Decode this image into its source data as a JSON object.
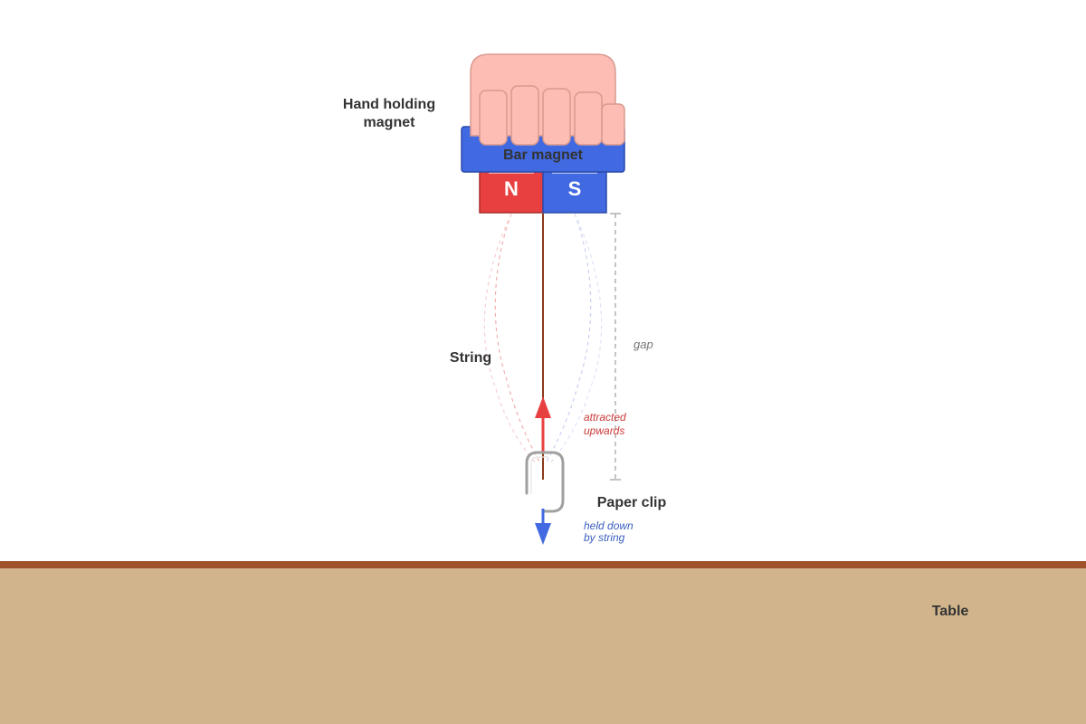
{
  "labels": {
    "hand_line1": "Hand holding",
    "hand_line2": "magnet",
    "bar_magnet": "Bar magnet",
    "north": "N",
    "south": "S",
    "string": "String",
    "gap": "gap",
    "attracted_line1": "attracted",
    "attracted_line2": "upwards",
    "paper_clip": "Paper clip",
    "held_line1": "held down",
    "held_line2": "by string",
    "table": "Table"
  },
  "colors": {
    "skin": "#fdbcb4",
    "skin_stroke": "#d89a8e",
    "magnet_blue": "#4169e1",
    "magnet_blue_stroke": "#2a4aa8",
    "north_red": "#e84040",
    "north_red_stroke": "#a82a2a",
    "string": "#8b3a1a",
    "field_red": "#f0a0a0",
    "field_blue": "#a8b8f0",
    "force_up": "#e84040",
    "force_down": "#4169e1",
    "clip": "#a0a0a0",
    "gap": "#b0b0b0",
    "table_top": "#a0522d",
    "table": "#d2b48c",
    "text": "#333333",
    "text_muted": "#777777",
    "attracted_text": "#cc3a3a",
    "held_text": "#3a5fc0"
  }
}
